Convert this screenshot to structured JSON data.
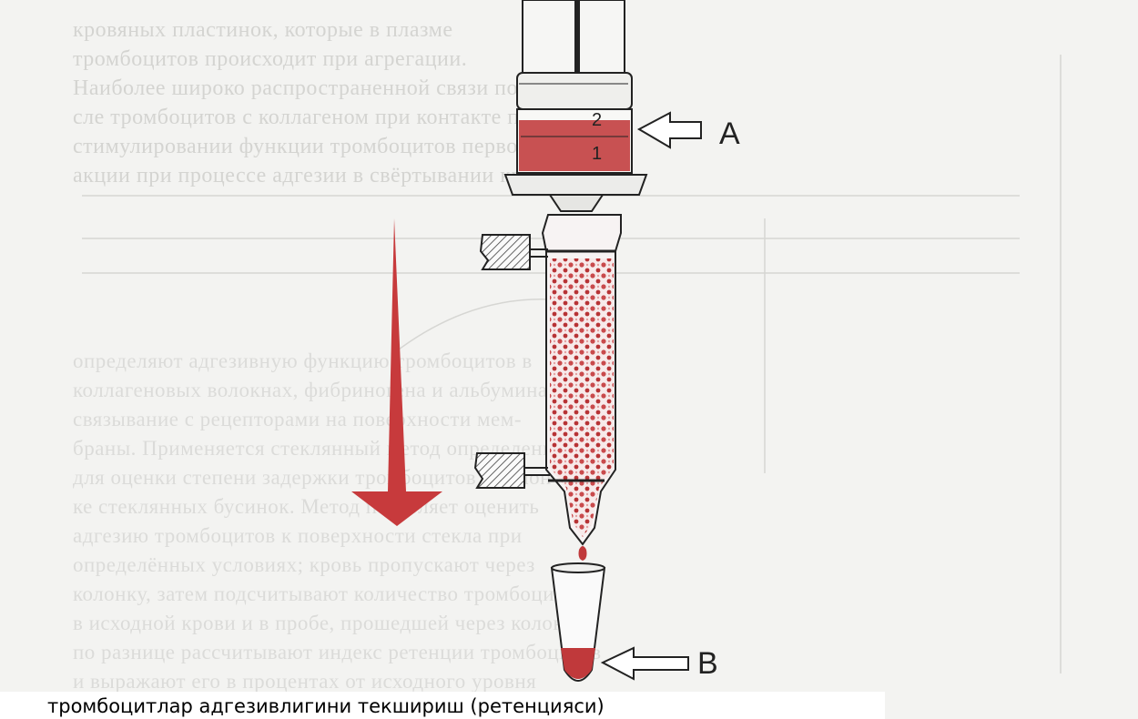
{
  "labels": {
    "pointer_a": "A",
    "pointer_b": "B",
    "layer_upper": "2",
    "layer_lower": "1"
  },
  "caption": "тромбоцитлар адгезивлигини текшириш (ретенцияси)",
  "colors": {
    "blood": "#c0393b",
    "arrow": "#c73a3c",
    "ink": "#222222",
    "paper": "#f3f3f1"
  },
  "icons": [
    "down-arrow-icon",
    "pointer-arrow-icon"
  ]
}
